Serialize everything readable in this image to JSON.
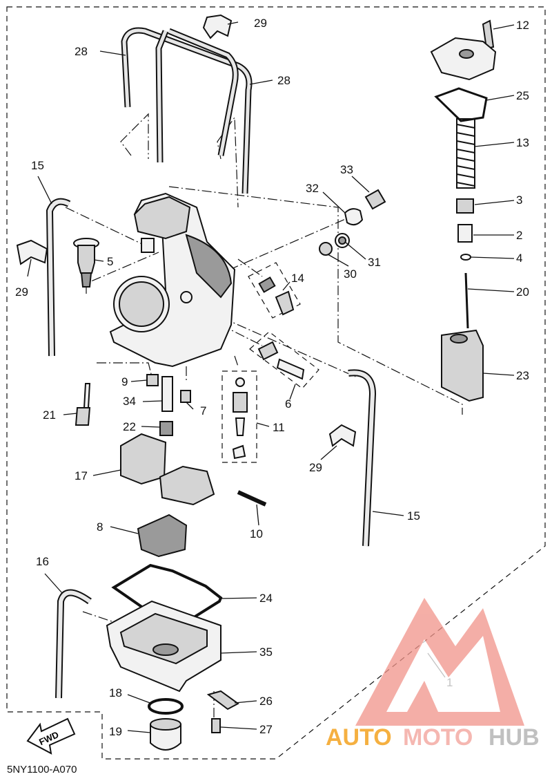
{
  "diagram": {
    "code": "5NY1100-A070",
    "fwd_label": "FWD",
    "parts": [
      {
        "id": "p1",
        "label": "1"
      },
      {
        "id": "p2",
        "label": "2"
      },
      {
        "id": "p3",
        "label": "3"
      },
      {
        "id": "p4",
        "label": "4"
      },
      {
        "id": "p5",
        "label": "5"
      },
      {
        "id": "p6",
        "label": "6"
      },
      {
        "id": "p7",
        "label": "7"
      },
      {
        "id": "p8",
        "label": "8"
      },
      {
        "id": "p9",
        "label": "9"
      },
      {
        "id": "p10",
        "label": "10"
      },
      {
        "id": "p11",
        "label": "11"
      },
      {
        "id": "p12",
        "label": "12"
      },
      {
        "id": "p13",
        "label": "13"
      },
      {
        "id": "p14",
        "label": "14"
      },
      {
        "id": "p15a",
        "label": "15"
      },
      {
        "id": "p15b",
        "label": "15"
      },
      {
        "id": "p16",
        "label": "16"
      },
      {
        "id": "p17",
        "label": "17"
      },
      {
        "id": "p18",
        "label": "18"
      },
      {
        "id": "p19",
        "label": "19"
      },
      {
        "id": "p20",
        "label": "20"
      },
      {
        "id": "p21",
        "label": "21"
      },
      {
        "id": "p22",
        "label": "22"
      },
      {
        "id": "p23",
        "label": "23"
      },
      {
        "id": "p24",
        "label": "24"
      },
      {
        "id": "p25",
        "label": "25"
      },
      {
        "id": "p26",
        "label": "26"
      },
      {
        "id": "p27",
        "label": "27"
      },
      {
        "id": "p28a",
        "label": "28"
      },
      {
        "id": "p28b",
        "label": "28"
      },
      {
        "id": "p29a",
        "label": "29"
      },
      {
        "id": "p29b",
        "label": "29"
      },
      {
        "id": "p29c",
        "label": "29"
      },
      {
        "id": "p30",
        "label": "30"
      },
      {
        "id": "p31",
        "label": "31"
      },
      {
        "id": "p32",
        "label": "32"
      },
      {
        "id": "p33",
        "label": "33"
      },
      {
        "id": "p34",
        "label": "34"
      },
      {
        "id": "p35",
        "label": "35"
      }
    ]
  },
  "watermark": {
    "part1": "AUTO",
    "part2": "MOTO",
    "part3": "HUB",
    "colors": {
      "auto": "#f5b041",
      "moto": "#f5b7b1",
      "hub": "#c0c0c0",
      "logo": "#f1948a"
    }
  }
}
